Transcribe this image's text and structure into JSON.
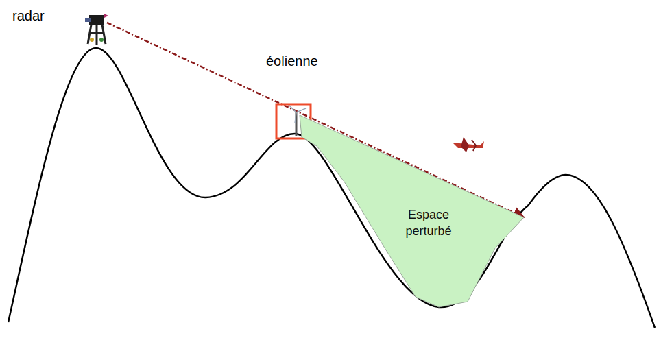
{
  "diagram": {
    "nodes": [
      {
        "text": [
          "Espace perturbé"
        ]
      }
    ],
    "labels": [
      "radar",
      "éolienne"
    ]
  }
}
